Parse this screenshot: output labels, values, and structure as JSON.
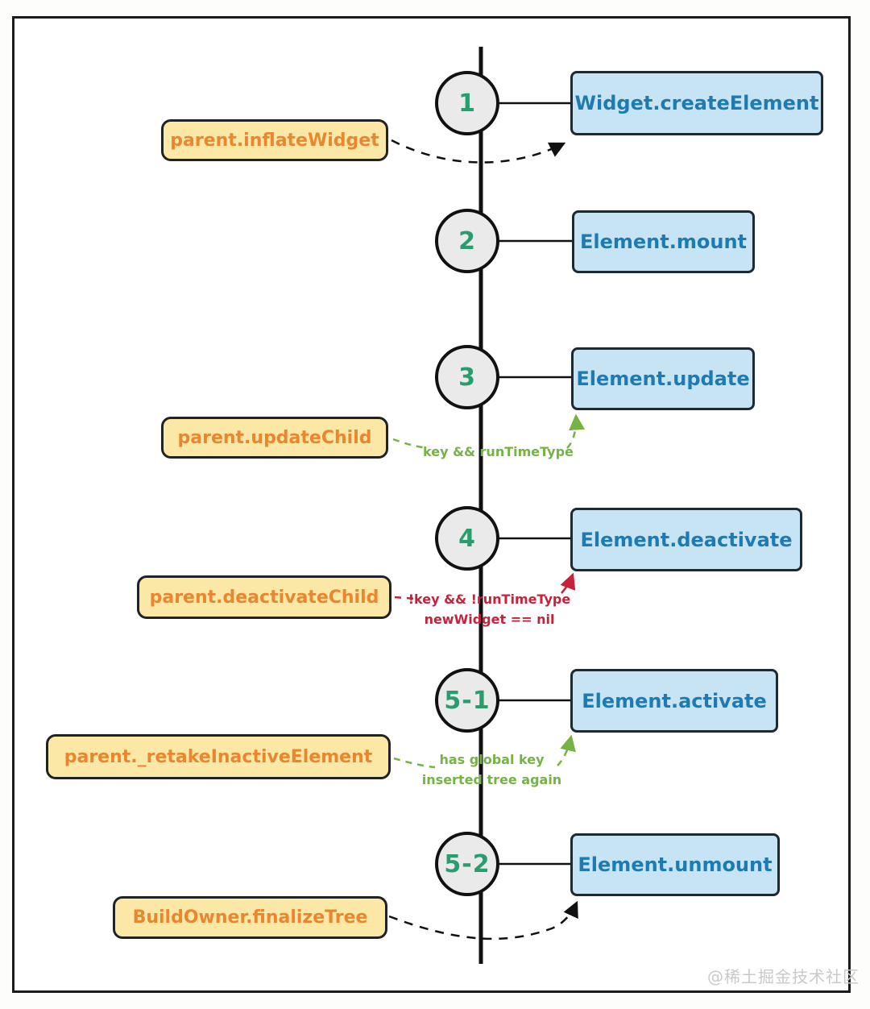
{
  "nodes": [
    {
      "num": "1",
      "method": "Widget.createElement"
    },
    {
      "num": "2",
      "method": "Element.mount"
    },
    {
      "num": "3",
      "method": "Element.update"
    },
    {
      "num": "4",
      "method": "Element.deactivate"
    },
    {
      "num": "5-1",
      "method": "Element.activate"
    },
    {
      "num": "5-2",
      "method": "Element.unmount"
    }
  ],
  "callers": [
    {
      "label": "parent.inflateWidget"
    },
    {
      "label": "parent.updateChild"
    },
    {
      "label": "parent.deactivateChild"
    },
    {
      "label": "parent._retakeInactiveElement"
    },
    {
      "label": "BuildOwner.finalizeTree"
    }
  ],
  "annotations": {
    "update_condition": "key && runTimeType",
    "deactivate_condition": [
      "!key && !runTimeType",
      "newWidget == nil"
    ],
    "activate_condition": [
      "has global key",
      "inserted tree again"
    ]
  },
  "watermark": "@稀土掘金技术社区",
  "colors": {
    "node_box_fill": "#c7e4f4",
    "node_box_text": "#1e7bb2",
    "caller_box_fill": "#fce8a6",
    "caller_box_text": "#e8872f",
    "circle_fill": "#eaeaea",
    "circle_number": "#2a9d6f",
    "condition_green": "#74b344",
    "condition_red": "#c4233b",
    "line": "#111111"
  }
}
